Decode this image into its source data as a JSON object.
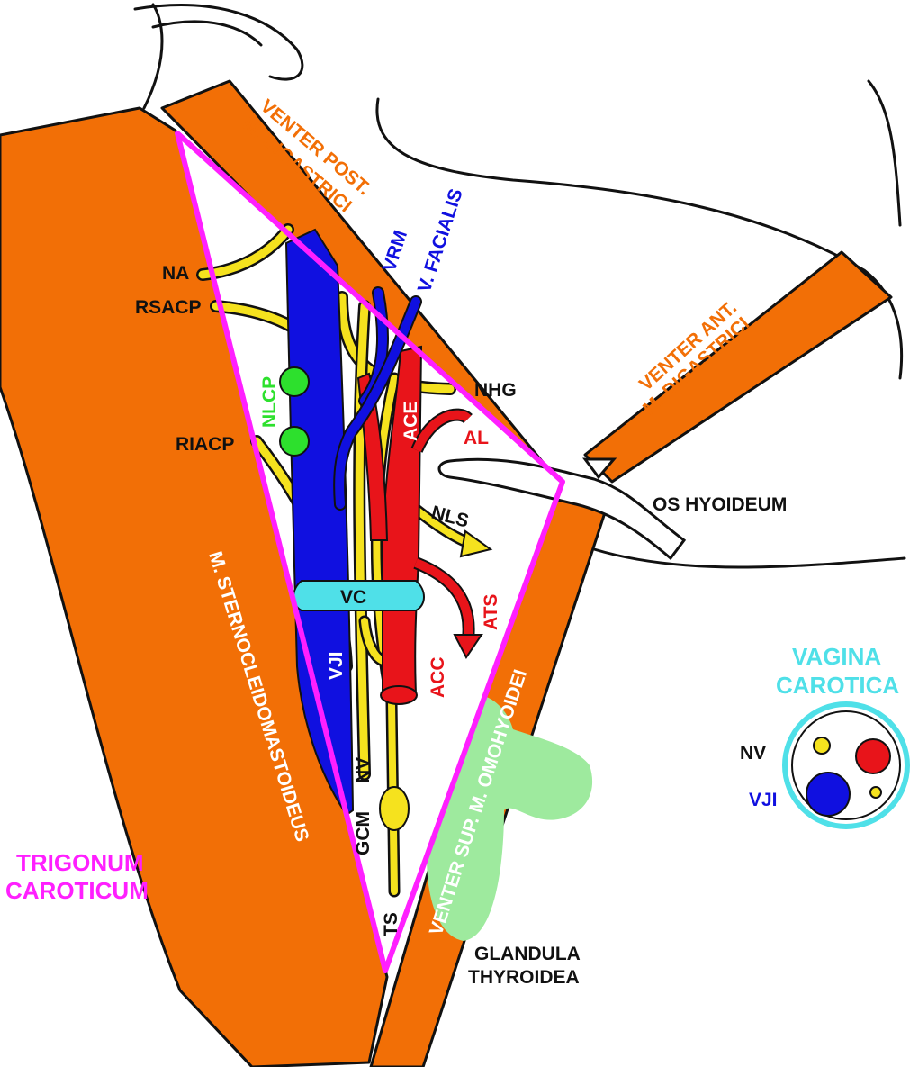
{
  "colors": {
    "muscle": "#f26f06",
    "vein": "#1010e0",
    "artery": "#e8141a",
    "nerve": "#f5e21e",
    "sheath": "#4fe0e8",
    "node": "#2de02d",
    "gland": "#9eea9e",
    "triangle": "#ff1fff",
    "outline": "#111111",
    "label_black": "#111111",
    "label_white": "#ffffff",
    "label_orange": "#f26f06"
  },
  "labels": {
    "venter_post_1": "VENTER POST.",
    "venter_post_2": "M. DIGASTRICI",
    "venter_ant_1": "VENTER ANT.",
    "venter_ant_2": "M. DIGASTRICI",
    "vrm": "VRM",
    "v_facialis": "V. FACIALIS",
    "na": "NA",
    "rsacp": "RSACP",
    "nlcp": "NLCP",
    "riacp": "RIACP",
    "nhg": "NHG",
    "ace": "ACE",
    "al": "AL",
    "os_hyoideum": "OS HYOIDEUM",
    "nls": "NLS",
    "vc": "VC",
    "ats": "ATS",
    "vji": "VJI",
    "acc": "ACC",
    "scm": "M. STERNOCLEIDOMASTOIDEUS",
    "omohyoid": "VENTER SUP. M. OMOHYOIDEI",
    "nv": "NV",
    "gcm": "GCM",
    "ts": "TS",
    "trigonum_1": "TRIGONUM",
    "trigonum_2": "CAROTICUM",
    "glandula_1": "GLANDULA",
    "glandula_2": "THYROIDEA"
  },
  "inset": {
    "title_1": "VAGINA",
    "title_2": "CAROTICA",
    "nv": "NV",
    "vji": "VJI"
  }
}
